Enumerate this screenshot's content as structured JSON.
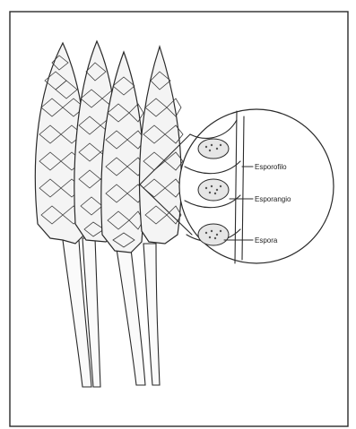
{
  "labels": {
    "esporofilo": "Esporofilo",
    "esporangio": "Esporangio",
    "espora": "Espora"
  }
}
